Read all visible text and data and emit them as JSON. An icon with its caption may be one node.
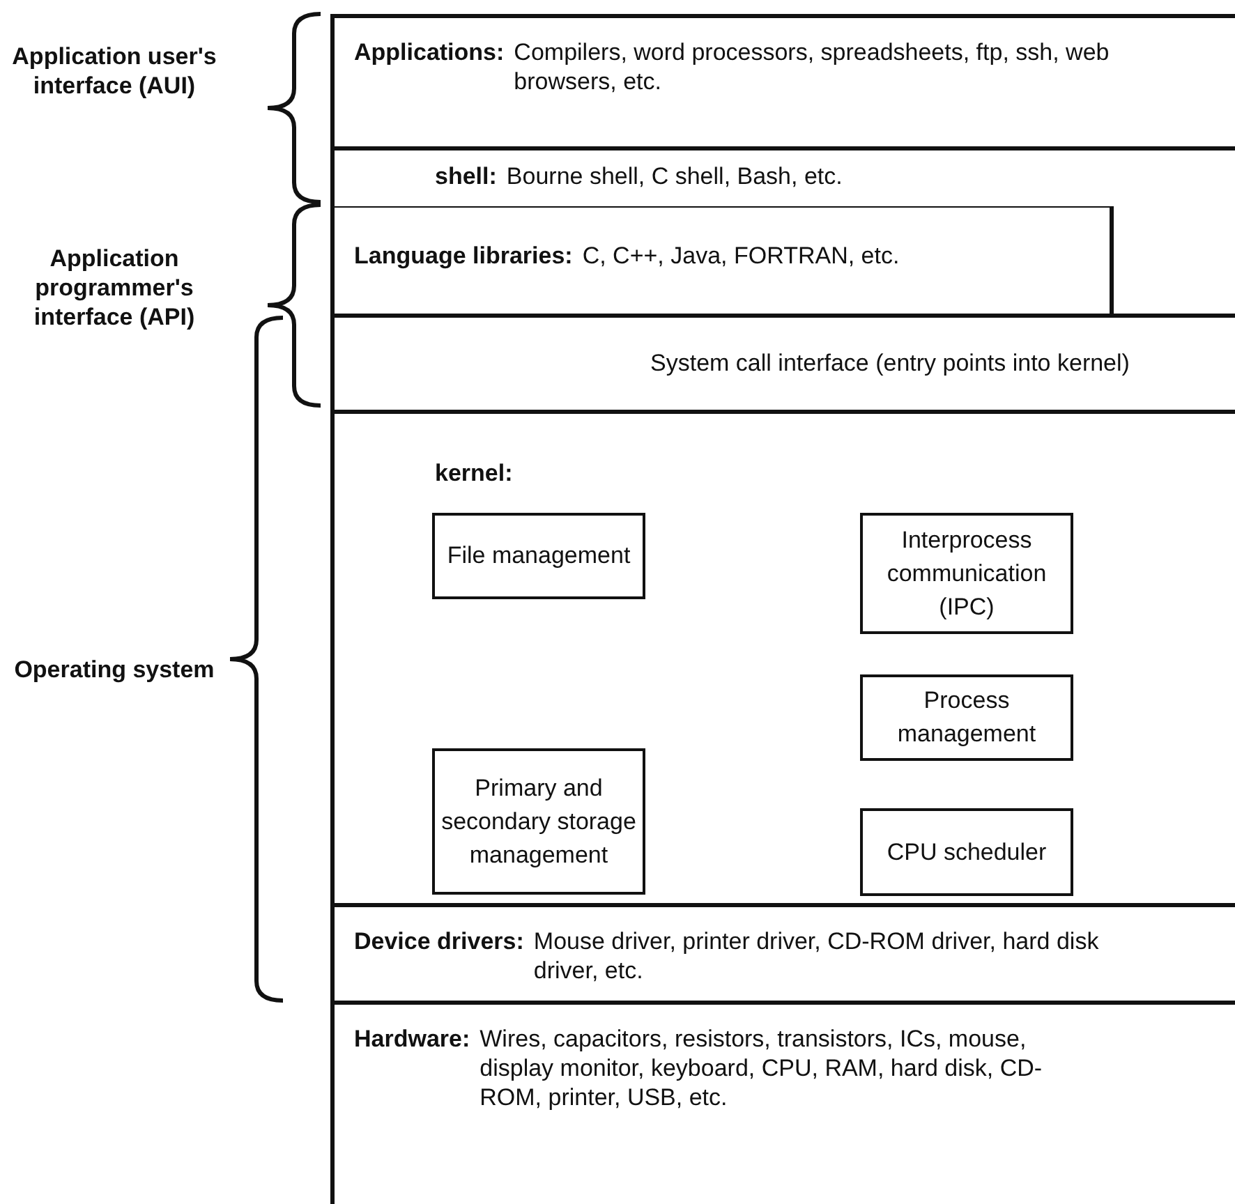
{
  "diagram": {
    "nodes": [
      {
        "text": [
          "Applications:",
          "Compilers, word processors, spreadsheets, ftp, ssh, web browsers, etc."
        ]
      },
      {
        "text": [
          "shell:",
          "Bourne shell, C shell, Bash, etc."
        ]
      },
      {
        "text": [
          "Language libraries:",
          "C, C++, Java, FORTRAN, etc."
        ]
      },
      {
        "text": [
          "System call interface (entry points into kernel)"
        ]
      },
      {
        "text": [
          "kernel:"
        ]
      },
      {
        "text": [
          "File management"
        ],
        "in": 4
      },
      {
        "text": [
          "Interprocess communication (IPC)"
        ],
        "in": 4
      },
      {
        "text": [
          "Process management"
        ],
        "in": 4
      },
      {
        "text": [
          "Primary and secondary storage management"
        ],
        "in": 4
      },
      {
        "text": [
          "CPU scheduler"
        ],
        "in": 4
      },
      {
        "text": [
          "Device drivers:",
          "Mouse driver, printer driver, CD-ROM driver, hard disk driver, etc."
        ]
      },
      {
        "text": [
          "Hardware:",
          "Wires, capacitors, resistors, transistors, ICs, mouse, display monitor, keyboard, CPU, RAM, hard disk, CD-ROM, printer, USB, etc."
        ]
      }
    ],
    "labels": [
      "Application user's interface (AUI)",
      "Application programmer's interface (API)",
      "Operating system"
    ]
  }
}
